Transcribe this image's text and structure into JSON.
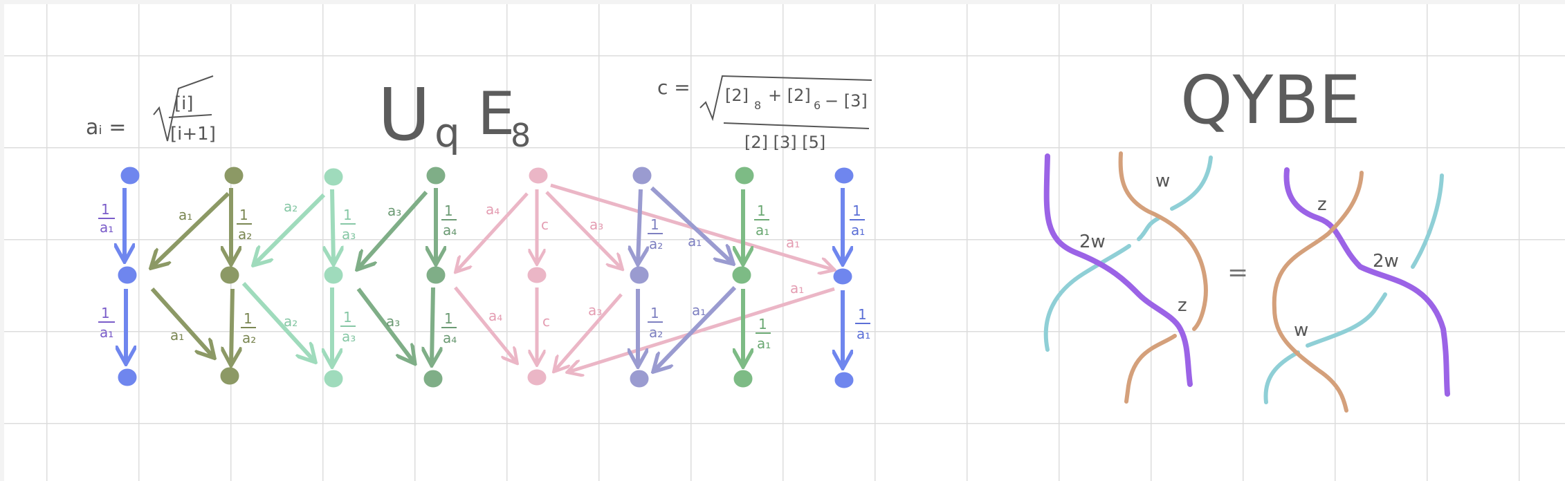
{
  "left": {
    "title_main": "U",
    "title_sub": "q",
    "title_E": "E",
    "title_E_sub": "8",
    "a_def": {
      "lhs": "aᵢ =",
      "num": "[i]",
      "den": "[i+1]"
    },
    "c_def": {
      "lhs": "c =",
      "num_parts": [
        "[2]",
        "8",
        "+ [2]",
        "6",
        "− [3]"
      ],
      "den": "[2] [3] [5]"
    },
    "colors": {
      "blue": "#6f86ee",
      "olive": "#8c9965",
      "mint": "#9fdbbc",
      "green": "#7fae87",
      "pink": "#ebb6c6",
      "purple": "#9a9bd0",
      "leafgreen": "#7dbb85"
    },
    "arrow_labels": {
      "one_a1": "1\na₁",
      "one_a2": "1\na₂",
      "one_a3": "1\na₃",
      "one_a4": "1\na₄",
      "a1": "a₁",
      "a2": "a₂",
      "a3": "a₃",
      "a4": "a₄",
      "c": "c"
    }
  },
  "right": {
    "title": "QYBE",
    "eq": "=",
    "labels": {
      "w": "w",
      "twow": "2w",
      "z": "z"
    },
    "colors": {
      "purple": "#9b63e6",
      "orange": "#d4a07b",
      "teal": "#8fcfd6"
    }
  }
}
